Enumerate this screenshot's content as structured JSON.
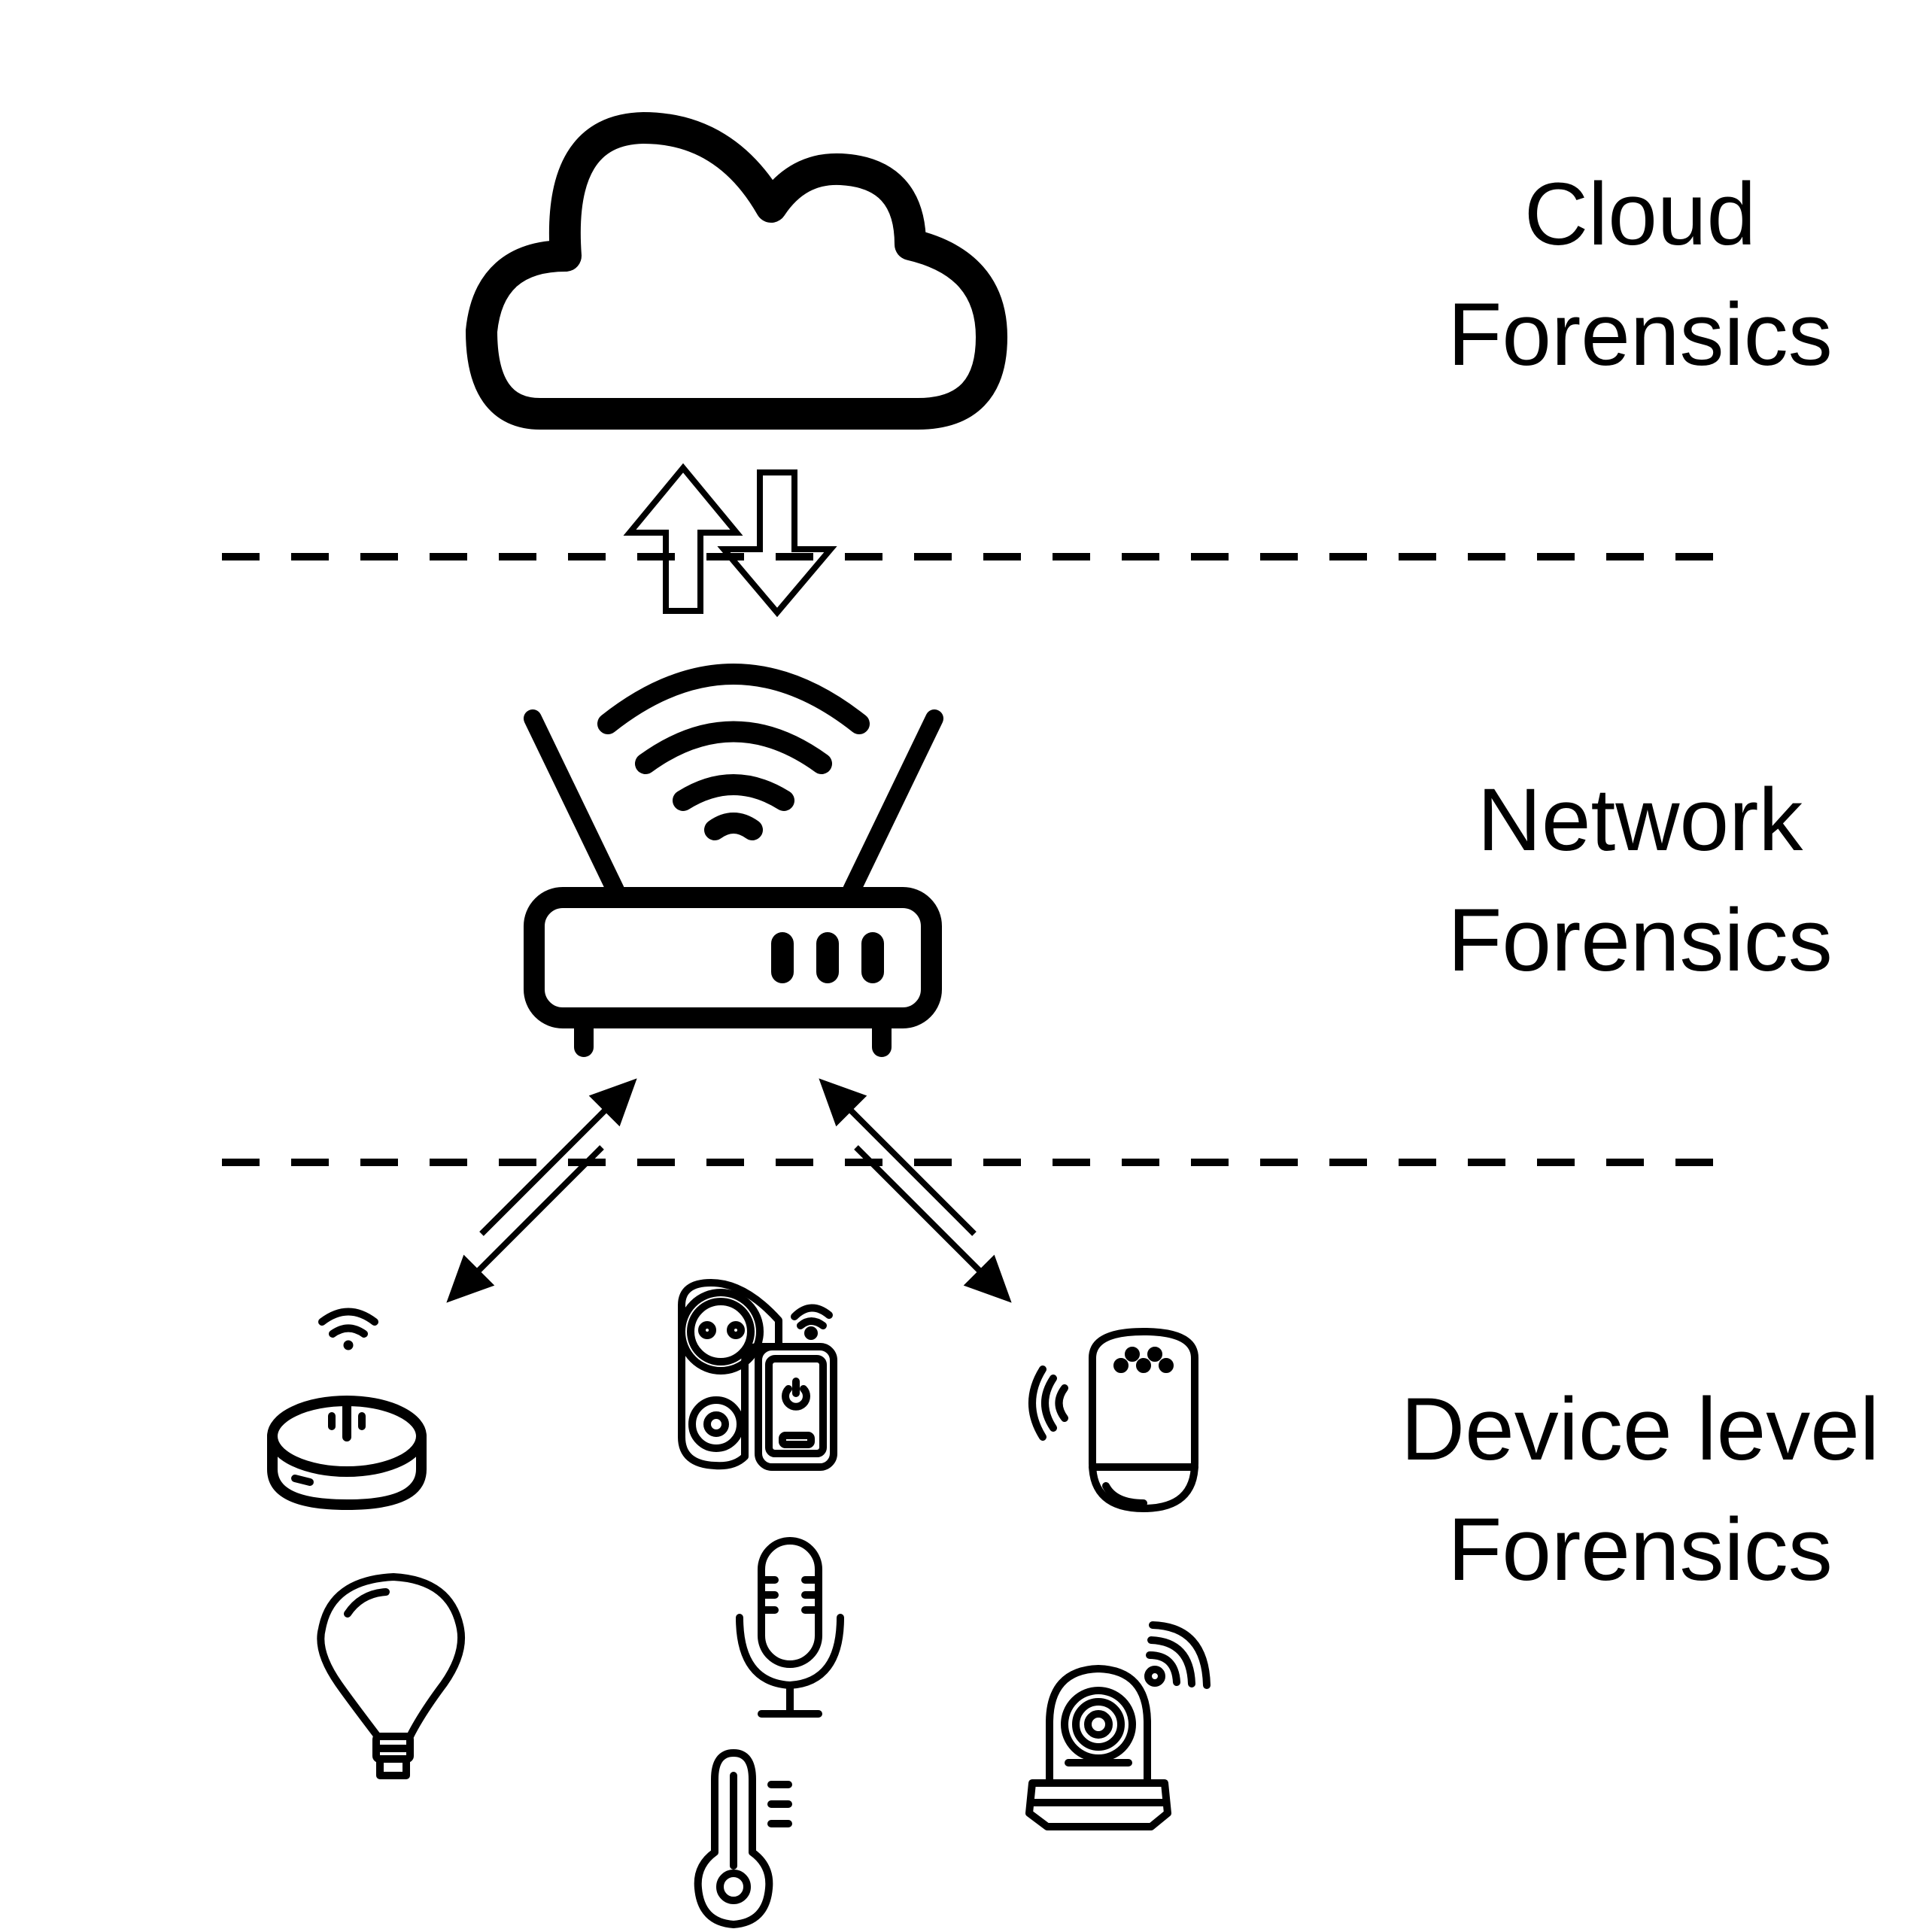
{
  "layers": [
    {
      "id": "cloud",
      "line1": "Cloud",
      "line2": "Forensics"
    },
    {
      "id": "network",
      "line1": "Network",
      "line2": "Forensics"
    },
    {
      "id": "device",
      "line1": "Device level",
      "line2": "Forensics"
    }
  ],
  "icons": {
    "cloud": "cloud-icon",
    "router": "wifi-router-icon",
    "devices": [
      "smart-speaker-puck-icon",
      "smart-plug-icon",
      "smart-speaker-cylinder-icon",
      "light-bulb-icon",
      "microphone-icon",
      "security-camera-icon",
      "thermometer-icon"
    ]
  },
  "colors": {
    "stroke": "#000000",
    "background": "#ffffff"
  }
}
